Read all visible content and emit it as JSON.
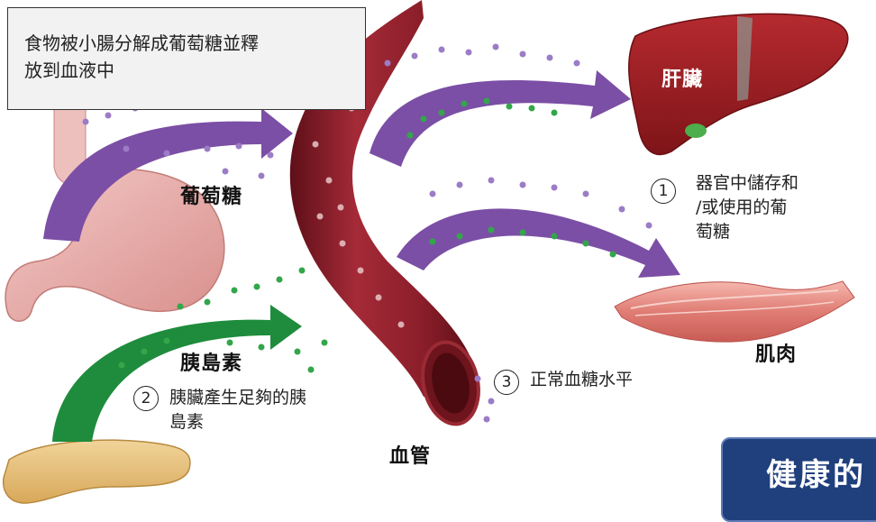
{
  "callout": {
    "text_line1": "食物被小腸分解成葡萄糖並釋",
    "text_line2": "放到血液中"
  },
  "labels": {
    "liver": "肝臟",
    "glucose": "葡萄糖",
    "insulin": "胰島素",
    "muscle": "肌肉",
    "blood_vessel": "血管"
  },
  "steps": [
    {
      "number": "1",
      "line1": "器官中儲存和",
      "line2": "/或使用的葡",
      "line3": "萄糖"
    },
    {
      "number": "2",
      "line1": "胰臟產生足夠的胰",
      "line2": "島素"
    },
    {
      "number": "3",
      "line1": "正常血糖水平"
    }
  ],
  "banner": {
    "text": "健康的"
  },
  "colors": {
    "vessel": "#8b1e2a",
    "liver": "#9b1c22",
    "glucose_arrow": "#7b4fa5",
    "insulin_arrow": "#1e8c3c",
    "banner": "#1f3f7d"
  }
}
